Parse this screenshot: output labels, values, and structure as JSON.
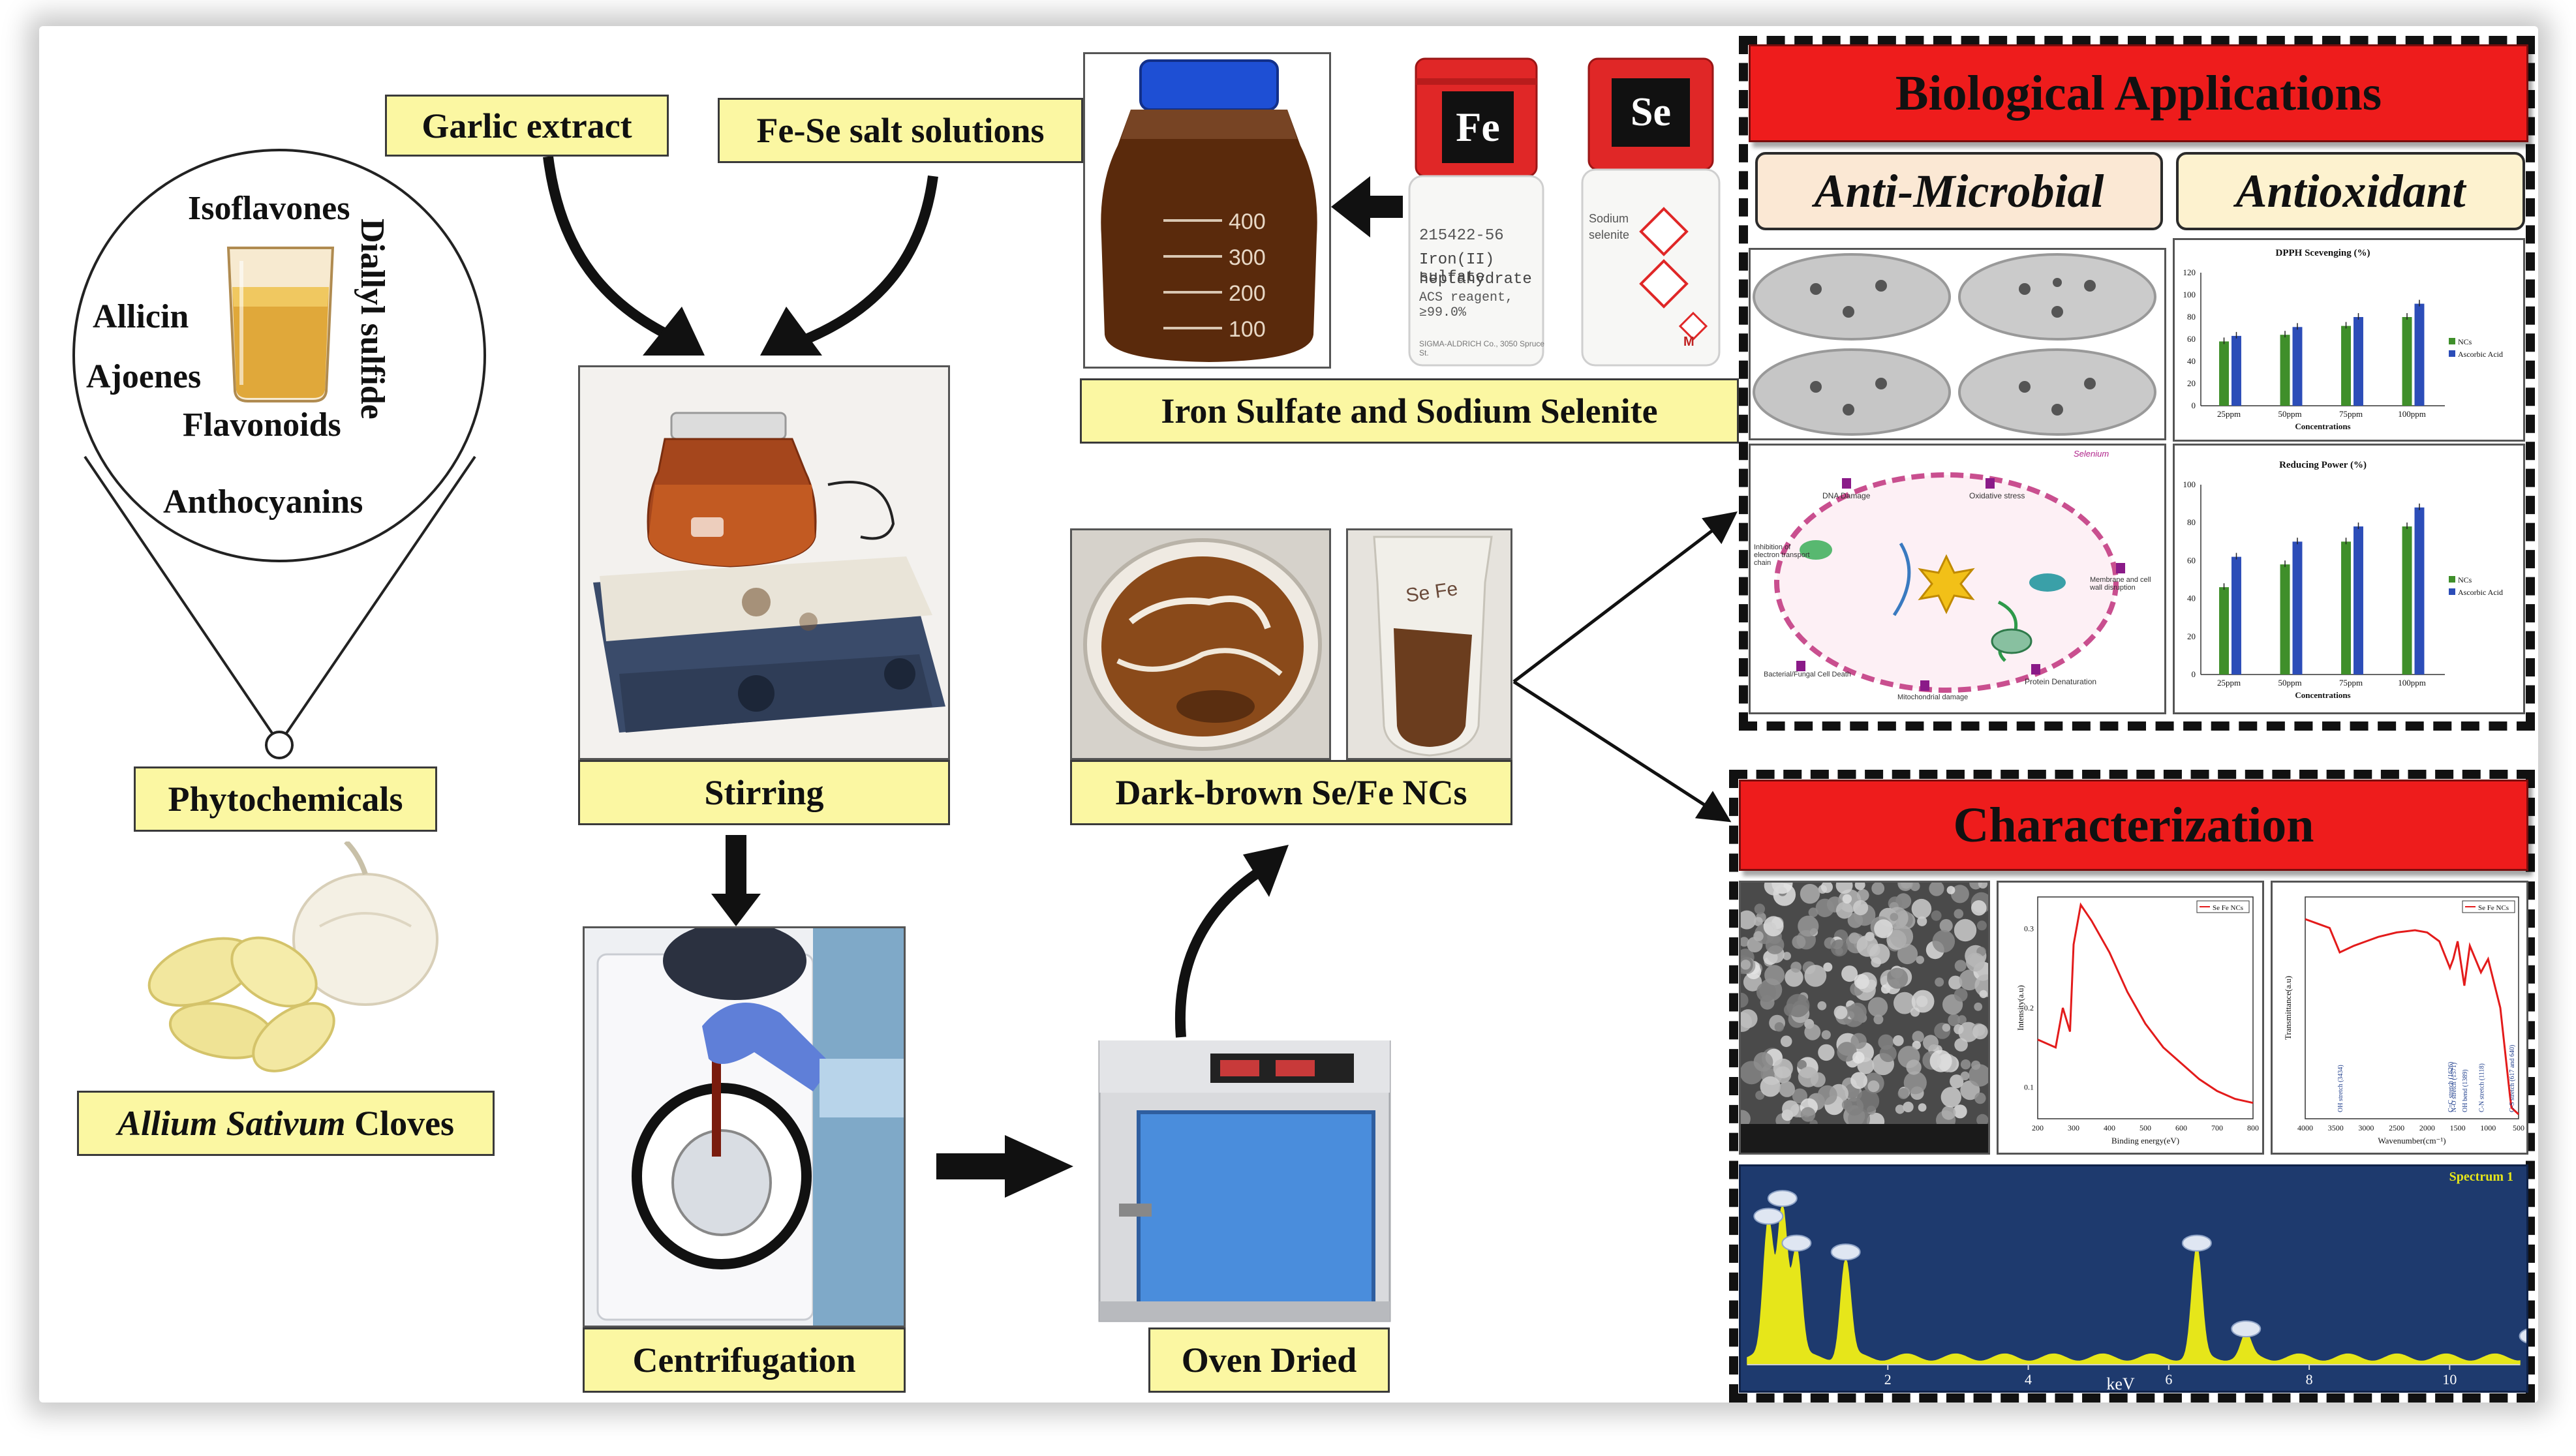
{
  "phytochemicals": {
    "items": [
      "Isoflavones",
      "Allicin",
      "Ajoenes",
      "Flavonoids",
      "Anthocyanins",
      "Diallyl sulfide"
    ],
    "label": "Phytochemicals"
  },
  "garlic": {
    "label_italic": "Allium Sativum",
    "label_rest": " Cloves"
  },
  "inputs": {
    "garlic_extract": "Garlic extract",
    "salt_solutions": "Fe-Se salt solutions"
  },
  "reagents": {
    "fe_cap": "Fe",
    "se_cap": "Se",
    "fe_label_code": "215422-56",
    "fe_label_line1": "Iron(II) sulfate",
    "fe_label_line2": "heptahydrate",
    "fe_label_line3": "ACS reagent, ≥99.0%",
    "fe_label_brand": "SIGMA-ALDRICH Co., 3050 Spruce St.",
    "se_label_line1": "Sodium",
    "se_label_line2": "selenite",
    "caption": "Iron Sulfate and Sodium Selenite"
  },
  "jar_marks": [
    "400",
    "300",
    "200",
    "100"
  ],
  "steps": {
    "stirring": "Stirring",
    "centrifugation": "Centrifugation",
    "oven": "Oven Dried",
    "product": "Dark-brown Se/Fe NCs"
  },
  "bio": {
    "title": "Biological Applications",
    "antimicrobial": "Anti-Microbial",
    "antioxidant": "Antioxidant",
    "mechanism_labels": [
      "Selenium",
      "DNA Damage",
      "Oxidative stress",
      "Membrane and cell wall disruption",
      "Protein Denaturation",
      "Mitochondrial damage",
      "Bacterial/Fungal Cell Death",
      "Inhibition of electron transport chain"
    ]
  },
  "chart_data": [
    {
      "type": "bar",
      "title": "DPPH Scevenging (%)",
      "xlabel": "Concentrations",
      "ylabel": "",
      "categories": [
        "25ppm",
        "50ppm",
        "75ppm",
        "100ppm"
      ],
      "ylim": [
        0,
        120
      ],
      "yticks": [
        0,
        20,
        40,
        60,
        80,
        100,
        120
      ],
      "series": [
        {
          "name": "NCs",
          "values": [
            58,
            64,
            72,
            80
          ]
        },
        {
          "name": "Ascorbic Acid",
          "values": [
            63,
            71,
            80,
            92
          ]
        }
      ],
      "colors": [
        "#3f8f2a",
        "#2c4db8"
      ]
    },
    {
      "type": "bar",
      "title": "Reducing Power (%)",
      "xlabel": "Concentrations",
      "ylabel": "",
      "categories": [
        "25ppm",
        "50ppm",
        "75ppm",
        "100ppm"
      ],
      "ylim": [
        0,
        100
      ],
      "yticks": [
        0,
        20,
        40,
        60,
        80,
        100
      ],
      "series": [
        {
          "name": "NCs",
          "values": [
            46,
            58,
            70,
            78
          ]
        },
        {
          "name": "Ascorbic Acid",
          "values": [
            62,
            70,
            78,
            88
          ]
        }
      ],
      "colors": [
        "#3f8f2a",
        "#2c4db8"
      ]
    },
    {
      "type": "line",
      "title": "",
      "legend": "Se Fe NCs",
      "xlabel": "Binding energy(eV)",
      "ylabel": "Intensity(a.u)",
      "x_ticks": [
        "200",
        "300",
        "400",
        "500",
        "600",
        "700",
        "800"
      ],
      "y_ticks": [
        "0.1",
        "0.2",
        "0.3"
      ],
      "x": [
        200,
        250,
        270,
        290,
        300,
        320,
        350,
        400,
        450,
        500,
        550,
        600,
        650,
        700,
        750,
        800
      ],
      "y": [
        0.16,
        0.15,
        0.2,
        0.17,
        0.28,
        0.33,
        0.31,
        0.27,
        0.22,
        0.18,
        0.15,
        0.13,
        0.11,
        0.095,
        0.085,
        0.08
      ],
      "color": "#e31b1b"
    },
    {
      "type": "line",
      "title": "",
      "legend": "Se Fe NCs",
      "xlabel": "Wavenumber(cm⁻¹)",
      "ylabel": "Transmittance(a.u)",
      "x_ticks": [
        "4000",
        "3500",
        "3000",
        "2500",
        "2000",
        "1500",
        "1000",
        "500"
      ],
      "annotations": [
        "OH stretch (3434)",
        "N-O stretch (1571)",
        "C=C stretch (1626)",
        "OH bend (1389)",
        "C-N stretch (1118)",
        "C-S stretch (617 and 640)"
      ],
      "x": [
        4000,
        3800,
        3600,
        3434,
        3200,
        3000,
        2800,
        2500,
        2200,
        2000,
        1800,
        1626,
        1571,
        1500,
        1389,
        1300,
        1118,
        1000,
        800,
        640,
        617,
        500
      ],
      "y": [
        0.9,
        0.88,
        0.86,
        0.75,
        0.78,
        0.8,
        0.82,
        0.84,
        0.85,
        0.84,
        0.8,
        0.68,
        0.72,
        0.8,
        0.6,
        0.78,
        0.66,
        0.72,
        0.5,
        0.1,
        0.05,
        0.02
      ],
      "color": "#e31b1b"
    },
    {
      "type": "line",
      "title": "Spectrum 1",
      "xlabel": "keV",
      "ylabel": "",
      "x_ticks": [
        "2",
        "4",
        "6",
        "8",
        "10"
      ],
      "xlim": [
        0,
        11
      ],
      "x": [
        0.3,
        0.5,
        0.7,
        1.4,
        6.4,
        7.1,
        11.2
      ],
      "y": [
        0.75,
        0.85,
        0.6,
        0.55,
        0.6,
        0.12,
        0.08
      ],
      "color": "#e6e61a"
    }
  ],
  "characterization": {
    "title": "Characterization"
  },
  "colors": {
    "label_bg": "#fbf7a2",
    "red_bar": "#ee1c1c",
    "antimicrobial_bg": "#fbe8d4",
    "eds_bg": "#1e3a6e"
  }
}
